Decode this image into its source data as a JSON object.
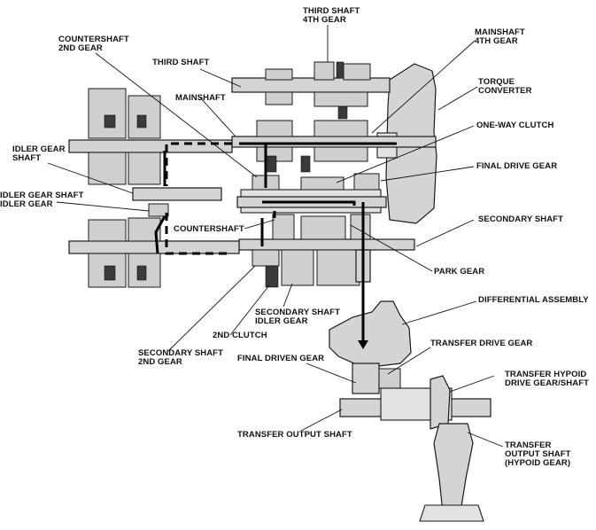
{
  "labels": {
    "third_shaft_4th_gear": "THIRD SHAFT\n4TH GEAR",
    "countershaft_2nd_gear": "COUNTERSHAFT\n2ND GEAR",
    "mainshaft_4th_gear": "MAINSHAFT\n4TH GEAR",
    "third_shaft": "THIRD SHAFT",
    "torque_converter": "TORQUE\nCONVERTER",
    "mainshaft": "MAINSHAFT",
    "one_way_clutch": "ONE-WAY CLUTCH",
    "idler_gear_shaft": "IDLER GEAR\nSHAFT",
    "final_drive_gear": "FINAL DRIVE GEAR",
    "idler_gear_shaft_idler_gear": "IDLER GEAR SHAFT\nIDLER GEAR",
    "secondary_shaft": "SECONDARY SHAFT",
    "countershaft": "COUNTERSHAFT",
    "park_gear": "PARK GEAR",
    "differential_assembly": "DIFFERENTIAL ASSEMBLY",
    "secondary_shaft_idler_gear": "SECONDARY SHAFT\nIDLER GEAR",
    "second_clutch": "2ND CLUTCH",
    "transfer_drive_gear": "TRANSFER DRIVE GEAR",
    "secondary_shaft_2nd_gear": "SECONDARY SHAFT\n2ND GEAR",
    "final_driven_gear": "FINAL DRIVEN GEAR",
    "transfer_hypoid_drive_gear_shaft": "TRANSFER HYPOID\nDRIVE GEAR/SHAFT",
    "transfer_output_shaft": "TRANSFER OUTPUT SHAFT",
    "transfer_output_shaft_hypoid_gear": "TRANSFER\nOUTPUT SHAFT\n(HYPOID GEAR)"
  }
}
